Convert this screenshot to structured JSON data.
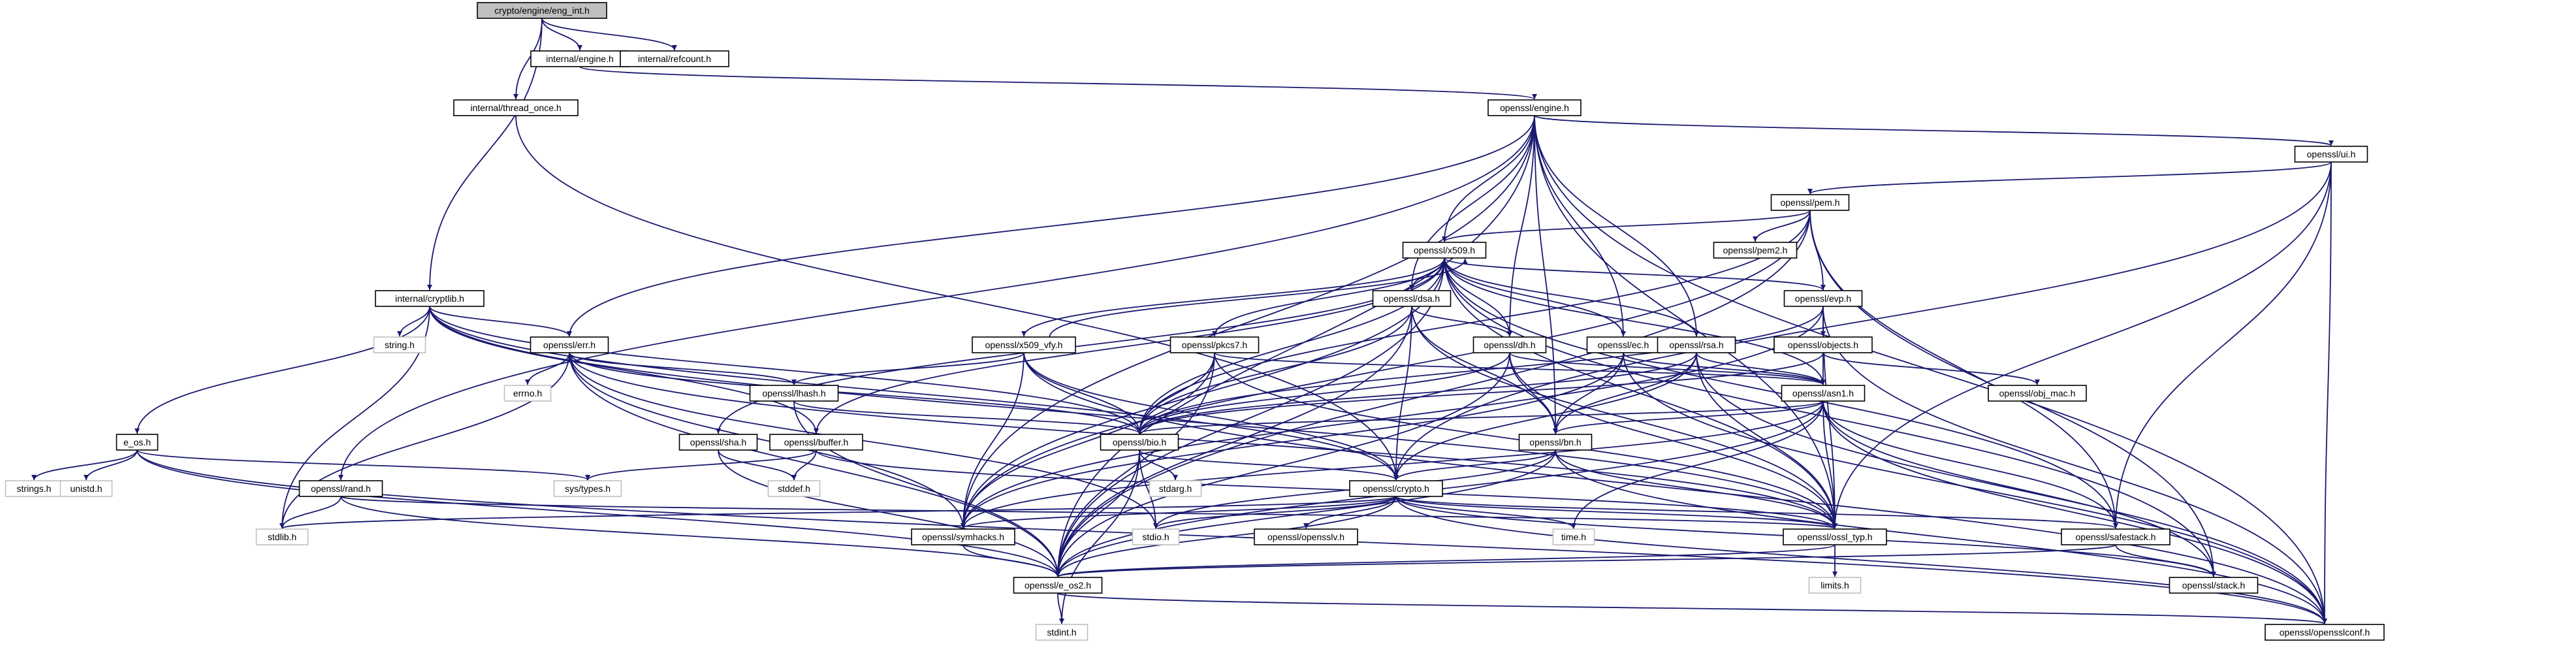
{
  "diagram": {
    "nodes": [
      {
        "id": "eng_int",
        "label": "crypto/engine/eng_int.h",
        "kind": "root"
      },
      {
        "id": "internal_engine",
        "label": "internal/engine.h",
        "kind": "local"
      },
      {
        "id": "internal_refcount",
        "label": "internal/refcount.h",
        "kind": "local"
      },
      {
        "id": "internal_thread_once",
        "label": "internal/thread_once.h",
        "kind": "local"
      },
      {
        "id": "openssl_engine",
        "label": "openssl/engine.h",
        "kind": "local"
      },
      {
        "id": "openssl_ui",
        "label": "openssl/ui.h",
        "kind": "local"
      },
      {
        "id": "openssl_pem",
        "label": "openssl/pem.h",
        "kind": "local"
      },
      {
        "id": "openssl_pem2",
        "label": "openssl/pem2.h",
        "kind": "local"
      },
      {
        "id": "openssl_x509",
        "label": "openssl/x509.h",
        "kind": "local"
      },
      {
        "id": "internal_cryptlib",
        "label": "internal/cryptlib.h",
        "kind": "local"
      },
      {
        "id": "string_h",
        "label": "string.h",
        "kind": "sys"
      },
      {
        "id": "openssl_err",
        "label": "openssl/err.h",
        "kind": "local"
      },
      {
        "id": "openssl_dsa",
        "label": "openssl/dsa.h",
        "kind": "local"
      },
      {
        "id": "openssl_evp",
        "label": "openssl/evp.h",
        "kind": "local"
      },
      {
        "id": "openssl_objects",
        "label": "openssl/objects.h",
        "kind": "local"
      },
      {
        "id": "openssl_obj_mac",
        "label": "openssl/obj_mac.h",
        "kind": "local"
      },
      {
        "id": "openssl_x509_vfy",
        "label": "openssl/x509_vfy.h",
        "kind": "local"
      },
      {
        "id": "openssl_pkcs7",
        "label": "openssl/pkcs7.h",
        "kind": "local"
      },
      {
        "id": "openssl_dh",
        "label": "openssl/dh.h",
        "kind": "local"
      },
      {
        "id": "openssl_ec",
        "label": "openssl/ec.h",
        "kind": "local"
      },
      {
        "id": "openssl_rsa",
        "label": "openssl/rsa.h",
        "kind": "local"
      },
      {
        "id": "openssl_asn1",
        "label": "openssl/asn1.h",
        "kind": "local"
      },
      {
        "id": "errno_h",
        "label": "errno.h",
        "kind": "sys"
      },
      {
        "id": "openssl_lhash",
        "label": "openssl/lhash.h",
        "kind": "local"
      },
      {
        "id": "openssl_bio",
        "label": "openssl/bio.h",
        "kind": "local"
      },
      {
        "id": "openssl_bn",
        "label": "openssl/bn.h",
        "kind": "local"
      },
      {
        "id": "e_os",
        "label": "e_os.h",
        "kind": "local"
      },
      {
        "id": "openssl_sha",
        "label": "openssl/sha.h",
        "kind": "local"
      },
      {
        "id": "openssl_buffer",
        "label": "openssl/buffer.h",
        "kind": "local"
      },
      {
        "id": "strings_h",
        "label": "strings.h",
        "kind": "sys"
      },
      {
        "id": "unistd_h",
        "label": "unistd.h",
        "kind": "sys"
      },
      {
        "id": "sys_types",
        "label": "sys/types.h",
        "kind": "sys"
      },
      {
        "id": "stddef_h",
        "label": "stddef.h",
        "kind": "sys"
      },
      {
        "id": "stdarg_h",
        "label": "stdarg.h",
        "kind": "sys"
      },
      {
        "id": "openssl_crypto",
        "label": "openssl/crypto.h",
        "kind": "local"
      },
      {
        "id": "openssl_rand",
        "label": "openssl/rand.h",
        "kind": "local"
      },
      {
        "id": "stdlib_h",
        "label": "stdlib.h",
        "kind": "sys"
      },
      {
        "id": "openssl_symhacks",
        "label": "openssl/symhacks.h",
        "kind": "local"
      },
      {
        "id": "stdio_h",
        "label": "stdio.h",
        "kind": "sys"
      },
      {
        "id": "openssl_opensslv",
        "label": "openssl/opensslv.h",
        "kind": "local"
      },
      {
        "id": "time_h",
        "label": "time.h",
        "kind": "sys"
      },
      {
        "id": "openssl_ossl_typ",
        "label": "openssl/ossl_typ.h",
        "kind": "local"
      },
      {
        "id": "openssl_safestack",
        "label": "openssl/safestack.h",
        "kind": "local"
      },
      {
        "id": "limits_h",
        "label": "limits.h",
        "kind": "sys"
      },
      {
        "id": "openssl_e_os2",
        "label": "openssl/e_os2.h",
        "kind": "local"
      },
      {
        "id": "openssl_stack",
        "label": "openssl/stack.h",
        "kind": "local"
      },
      {
        "id": "stdint_h",
        "label": "stdint.h",
        "kind": "sys"
      },
      {
        "id": "openssl_opensslconf",
        "label": "openssl/opensslconf.h",
        "kind": "local"
      }
    ],
    "edges": [
      [
        "eng_int",
        "internal_engine"
      ],
      [
        "eng_int",
        "internal_refcount"
      ],
      [
        "eng_int",
        "internal_thread_once"
      ],
      [
        "eng_int",
        "internal_cryptlib"
      ],
      [
        "internal_engine",
        "openssl_engine"
      ],
      [
        "internal_thread_once",
        "openssl_crypto"
      ],
      [
        "openssl_engine",
        "openssl_opensslconf"
      ],
      [
        "openssl_engine",
        "openssl_bn"
      ],
      [
        "openssl_engine",
        "openssl_rsa"
      ],
      [
        "openssl_engine",
        "openssl_dsa"
      ],
      [
        "openssl_engine",
        "openssl_dh"
      ],
      [
        "openssl_engine",
        "openssl_ec"
      ],
      [
        "openssl_engine",
        "openssl_rand"
      ],
      [
        "openssl_engine",
        "openssl_ui"
      ],
      [
        "openssl_engine",
        "openssl_err"
      ],
      [
        "openssl_engine",
        "openssl_ossl_typ"
      ],
      [
        "openssl_engine",
        "openssl_symhacks"
      ],
      [
        "openssl_engine",
        "openssl_x509"
      ],
      [
        "openssl_engine",
        "openssl_e_os2"
      ],
      [
        "openssl_ui",
        "openssl_opensslconf"
      ],
      [
        "openssl_ui",
        "openssl_crypto"
      ],
      [
        "openssl_ui",
        "openssl_safestack"
      ],
      [
        "openssl_ui",
        "openssl_pem"
      ],
      [
        "openssl_ui",
        "openssl_ossl_typ"
      ],
      [
        "openssl_pem",
        "openssl_e_os2"
      ],
      [
        "openssl_pem",
        "openssl_bio"
      ],
      [
        "openssl_pem",
        "openssl_safestack"
      ],
      [
        "openssl_pem",
        "openssl_evp"
      ],
      [
        "openssl_pem",
        "openssl_x509"
      ],
      [
        "openssl_pem",
        "openssl_pem2"
      ],
      [
        "openssl_pem",
        "openssl_symhacks"
      ],
      [
        "openssl_pem",
        "openssl_stack"
      ],
      [
        "openssl_x509",
        "openssl_e_os2"
      ],
      [
        "openssl_x509",
        "openssl_ossl_typ"
      ],
      [
        "openssl_x509",
        "openssl_symhacks"
      ],
      [
        "openssl_x509",
        "openssl_buffer"
      ],
      [
        "openssl_x509",
        "openssl_evp"
      ],
      [
        "openssl_x509",
        "openssl_bio"
      ],
      [
        "openssl_x509",
        "openssl_stack"
      ],
      [
        "openssl_x509",
        "openssl_asn1"
      ],
      [
        "openssl_x509",
        "openssl_safestack"
      ],
      [
        "openssl_x509",
        "openssl_ec"
      ],
      [
        "openssl_x509",
        "openssl_rsa"
      ],
      [
        "openssl_x509",
        "openssl_dsa"
      ],
      [
        "openssl_x509",
        "openssl_dh"
      ],
      [
        "openssl_x509",
        "openssl_sha"
      ],
      [
        "openssl_x509",
        "openssl_x509_vfy"
      ],
      [
        "openssl_x509",
        "openssl_pkcs7"
      ],
      [
        "openssl_x509_vfy",
        "openssl_x509"
      ],
      [
        "internal_cryptlib",
        "stdlib_h"
      ],
      [
        "internal_cryptlib",
        "string_h"
      ],
      [
        "internal_cryptlib",
        "e_os"
      ],
      [
        "internal_cryptlib",
        "openssl_crypto"
      ],
      [
        "internal_cryptlib",
        "openssl_buffer"
      ],
      [
        "internal_cryptlib",
        "openssl_bio"
      ],
      [
        "internal_cryptlib",
        "openssl_err"
      ],
      [
        "internal_cryptlib",
        "openssl_ossl_typ"
      ],
      [
        "openssl_err",
        "openssl_e_os2"
      ],
      [
        "openssl_err",
        "stdio_h"
      ],
      [
        "openssl_err",
        "stdlib_h"
      ],
      [
        "openssl_err",
        "openssl_ossl_typ"
      ],
      [
        "openssl_err",
        "openssl_bio"
      ],
      [
        "openssl_err",
        "openssl_lhash"
      ],
      [
        "openssl_err",
        "errno_h"
      ],
      [
        "openssl_err",
        "openssl_symhacks"
      ],
      [
        "openssl_dsa",
        "openssl_e_os2"
      ],
      [
        "openssl_dsa",
        "openssl_bio"
      ],
      [
        "openssl_dsa",
        "openssl_crypto"
      ],
      [
        "openssl_dsa",
        "openssl_ossl_typ"
      ],
      [
        "openssl_dsa",
        "openssl_bn"
      ],
      [
        "openssl_dsa",
        "openssl_dh"
      ],
      [
        "openssl_evp",
        "openssl_opensslconf"
      ],
      [
        "openssl_evp",
        "openssl_ossl_typ"
      ],
      [
        "openssl_evp",
        "openssl_symhacks"
      ],
      [
        "openssl_evp",
        "openssl_bio"
      ],
      [
        "openssl_evp",
        "openssl_objects"
      ],
      [
        "openssl_objects",
        "openssl_obj_mac"
      ],
      [
        "openssl_objects",
        "openssl_bio"
      ],
      [
        "openssl_objects",
        "openssl_asn1"
      ],
      [
        "openssl_x509_vfy",
        "openssl_lhash"
      ],
      [
        "openssl_x509_vfy",
        "openssl_bio"
      ],
      [
        "openssl_x509_vfy",
        "openssl_crypto"
      ],
      [
        "openssl_x509_vfy",
        "openssl_symhacks"
      ],
      [
        "openssl_x509_vfy",
        "openssl_opensslconf"
      ],
      [
        "openssl_pkcs7",
        "openssl_asn1"
      ],
      [
        "openssl_pkcs7",
        "openssl_bio"
      ],
      [
        "openssl_pkcs7",
        "openssl_e_os2"
      ],
      [
        "openssl_pkcs7",
        "openssl_symhacks"
      ],
      [
        "openssl_pkcs7",
        "openssl_ossl_typ"
      ],
      [
        "openssl_dh",
        "openssl_e_os2"
      ],
      [
        "openssl_dh",
        "openssl_bio"
      ],
      [
        "openssl_dh",
        "openssl_asn1"
      ],
      [
        "openssl_dh",
        "openssl_ossl_typ"
      ],
      [
        "openssl_dh",
        "openssl_bn"
      ],
      [
        "openssl_ec",
        "openssl_opensslconf"
      ],
      [
        "openssl_ec",
        "openssl_asn1"
      ],
      [
        "openssl_ec",
        "openssl_symhacks"
      ],
      [
        "openssl_ec",
        "openssl_bn"
      ],
      [
        "openssl_rsa",
        "openssl_opensslconf"
      ],
      [
        "openssl_rsa",
        "openssl_asn1"
      ],
      [
        "openssl_rsa",
        "openssl_bio"
      ],
      [
        "openssl_rsa",
        "openssl_crypto"
      ],
      [
        "openssl_rsa",
        "openssl_ossl_typ"
      ],
      [
        "openssl_rsa",
        "openssl_bn"
      ],
      [
        "openssl_asn1",
        "time_h"
      ],
      [
        "openssl_asn1",
        "openssl_e_os2"
      ],
      [
        "openssl_asn1",
        "openssl_opensslconf"
      ],
      [
        "openssl_asn1",
        "openssl_bio"
      ],
      [
        "openssl_asn1",
        "openssl_stack"
      ],
      [
        "openssl_asn1",
        "openssl_safestack"
      ],
      [
        "openssl_asn1",
        "openssl_symhacks"
      ],
      [
        "openssl_asn1",
        "openssl_ossl_typ"
      ],
      [
        "openssl_asn1",
        "openssl_bn"
      ],
      [
        "openssl_lhash",
        "openssl_e_os2"
      ],
      [
        "openssl_lhash",
        "openssl_bio"
      ],
      [
        "openssl_bio",
        "openssl_e_os2"
      ],
      [
        "openssl_bio",
        "stdio_h"
      ],
      [
        "openssl_bio",
        "stdarg_h"
      ],
      [
        "openssl_bio",
        "openssl_crypto"
      ],
      [
        "openssl_bio",
        "stdint_h"
      ],
      [
        "openssl_bn",
        "openssl_e_os2"
      ],
      [
        "openssl_bn",
        "stdio_h"
      ],
      [
        "openssl_bn",
        "openssl_opensslconf"
      ],
      [
        "openssl_bn",
        "openssl_ossl_typ"
      ],
      [
        "openssl_bn",
        "openssl_crypto"
      ],
      [
        "e_os",
        "openssl_opensslconf"
      ],
      [
        "e_os",
        "openssl_e_os2"
      ],
      [
        "e_os",
        "sys_types"
      ],
      [
        "e_os",
        "strings_h"
      ],
      [
        "e_os",
        "unistd_h"
      ],
      [
        "openssl_sha",
        "openssl_e_os2"
      ],
      [
        "openssl_sha",
        "stddef_h"
      ],
      [
        "openssl_buffer",
        "openssl_ossl_typ"
      ],
      [
        "openssl_buffer",
        "stddef_h"
      ],
      [
        "openssl_buffer",
        "sys_types"
      ],
      [
        "openssl_crypto",
        "stdlib_h"
      ],
      [
        "openssl_crypto",
        "time_h"
      ],
      [
        "openssl_crypto",
        "openssl_e_os2"
      ],
      [
        "openssl_crypto",
        "stdio_h"
      ],
      [
        "openssl_crypto",
        "openssl_stack"
      ],
      [
        "openssl_crypto",
        "openssl_safestack"
      ],
      [
        "openssl_crypto",
        "openssl_opensslv"
      ],
      [
        "openssl_crypto",
        "openssl_ossl_typ"
      ],
      [
        "openssl_crypto",
        "openssl_opensslconf"
      ],
      [
        "openssl_crypto",
        "openssl_symhacks"
      ],
      [
        "openssl_rand",
        "stdlib_h"
      ],
      [
        "openssl_rand",
        "openssl_ossl_typ"
      ],
      [
        "openssl_rand",
        "openssl_e_os2"
      ],
      [
        "openssl_symhacks",
        "openssl_e_os2"
      ],
      [
        "openssl_ossl_typ",
        "openssl_e_os2"
      ],
      [
        "openssl_ossl_typ",
        "limits_h"
      ],
      [
        "openssl_safestack",
        "openssl_stack"
      ],
      [
        "openssl_safestack",
        "openssl_e_os2"
      ],
      [
        "openssl_e_os2",
        "openssl_opensslconf"
      ],
      [
        "openssl_e_os2",
        "stdint_h"
      ]
    ],
    "colors": {
      "edge": "#191970",
      "root_fill": "#bfbfbf",
      "local_border": "#000000",
      "system_border": "#bfbfbf",
      "background": "#ffffff"
    }
  }
}
